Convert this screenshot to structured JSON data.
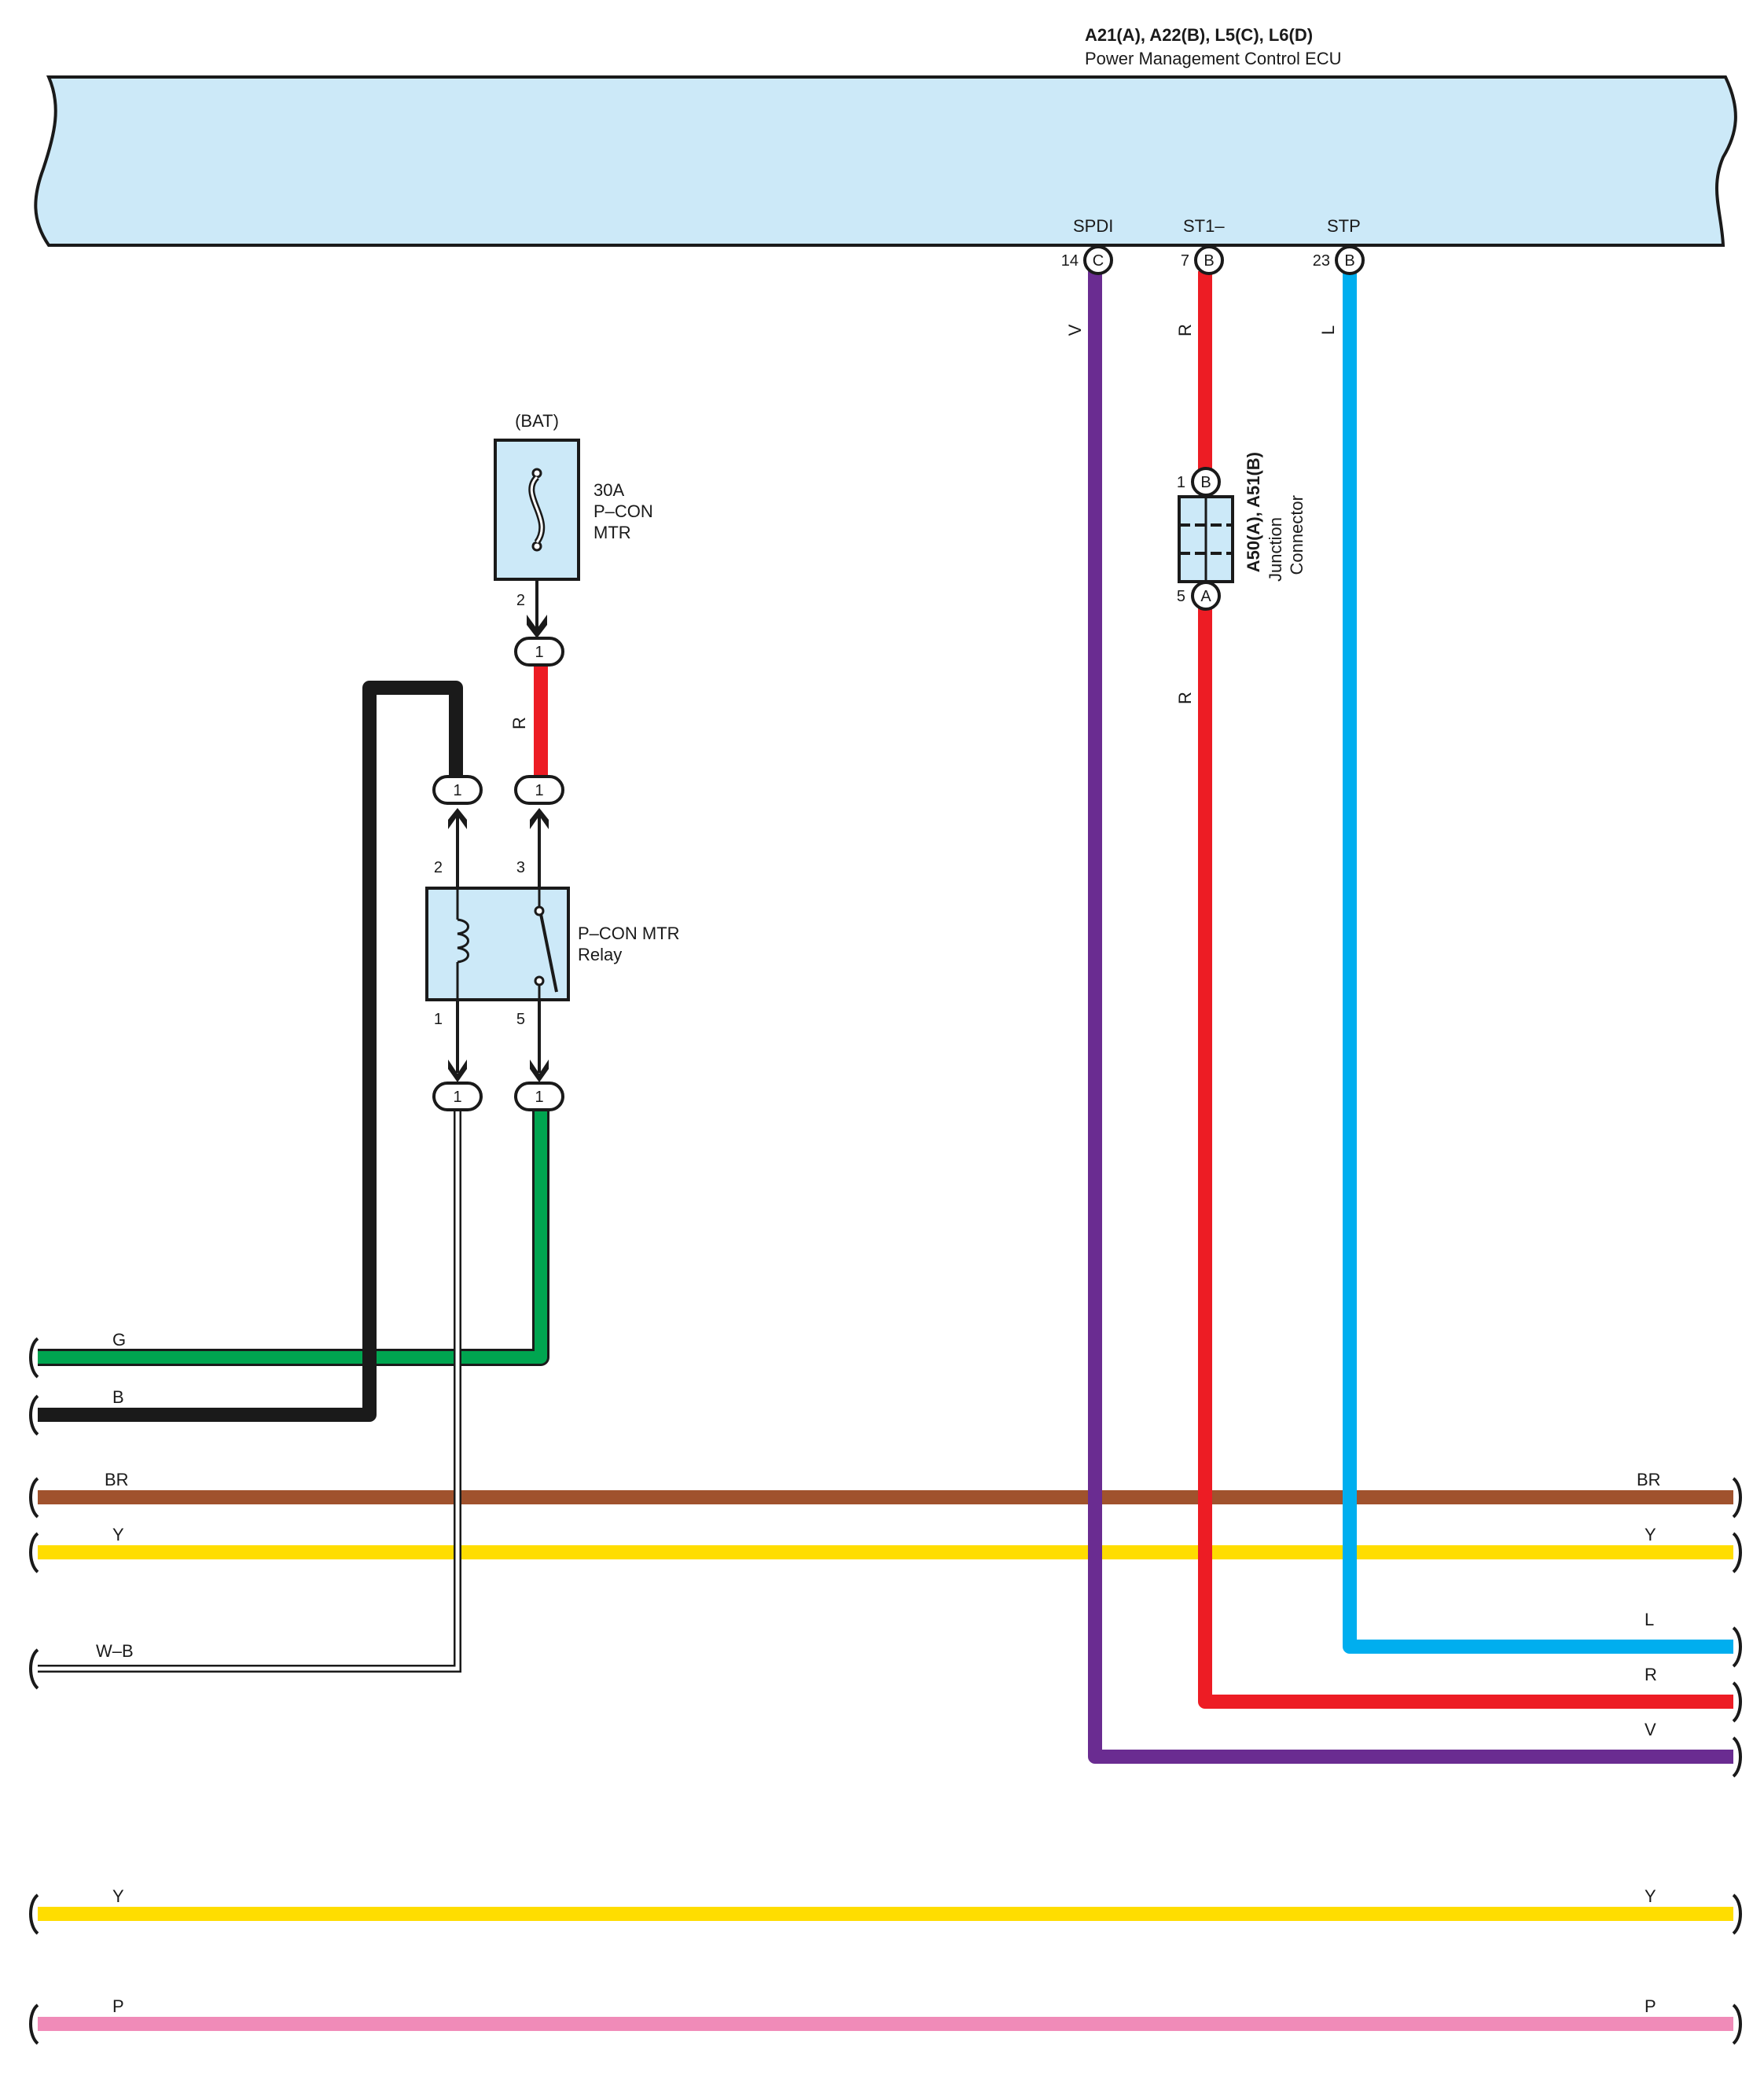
{
  "ecu": {
    "connectors": "A21(A), A22(B), L5(C), L6(D)",
    "name": "Power Management Control ECU",
    "terminals": [
      {
        "name": "SPDI",
        "pin": "14",
        "letter": "C",
        "wire": "V"
      },
      {
        "name": "ST1–",
        "pin": "7",
        "letter": "B",
        "wire": "R"
      },
      {
        "name": "STP",
        "pin": "23",
        "letter": "B",
        "wire": "L"
      }
    ]
  },
  "fuse": {
    "source": "(BAT)",
    "line1": "30A",
    "line2": "P–CON",
    "line3": "MTR",
    "pin_out": "2"
  },
  "relay": {
    "line1": "P–CON MTR",
    "line2": "Relay",
    "pins": {
      "p2": "2",
      "p3": "3",
      "p1": "1",
      "p5": "5"
    }
  },
  "inline_connector_pin": "1",
  "junction_connector": {
    "connectors": "A50(A), A51(B)",
    "line1": "Junction",
    "line2": "Connector",
    "pin_top": "1",
    "letter_top": "B",
    "pin_bottom": "5",
    "letter_bottom": "A",
    "wire_below": "R"
  },
  "fuse_wire_label": "R",
  "left_bus_labels": [
    "G",
    "B",
    "BR",
    "Y",
    "W–B",
    "Y",
    "P"
  ],
  "right_bus_labels": [
    "BR",
    "Y",
    "L",
    "R",
    "V",
    "Y",
    "P"
  ],
  "colors": {
    "ecu_fill": "#cce9f8",
    "G": "#00a550",
    "B": "#1a1a1a",
    "BR": "#a0522d",
    "Y": "#ffdd00",
    "L": "#00aeef",
    "R": "#ed1c24",
    "V": "#6a2c91",
    "P": "#f08bb8",
    "WB": "#ffffff"
  }
}
